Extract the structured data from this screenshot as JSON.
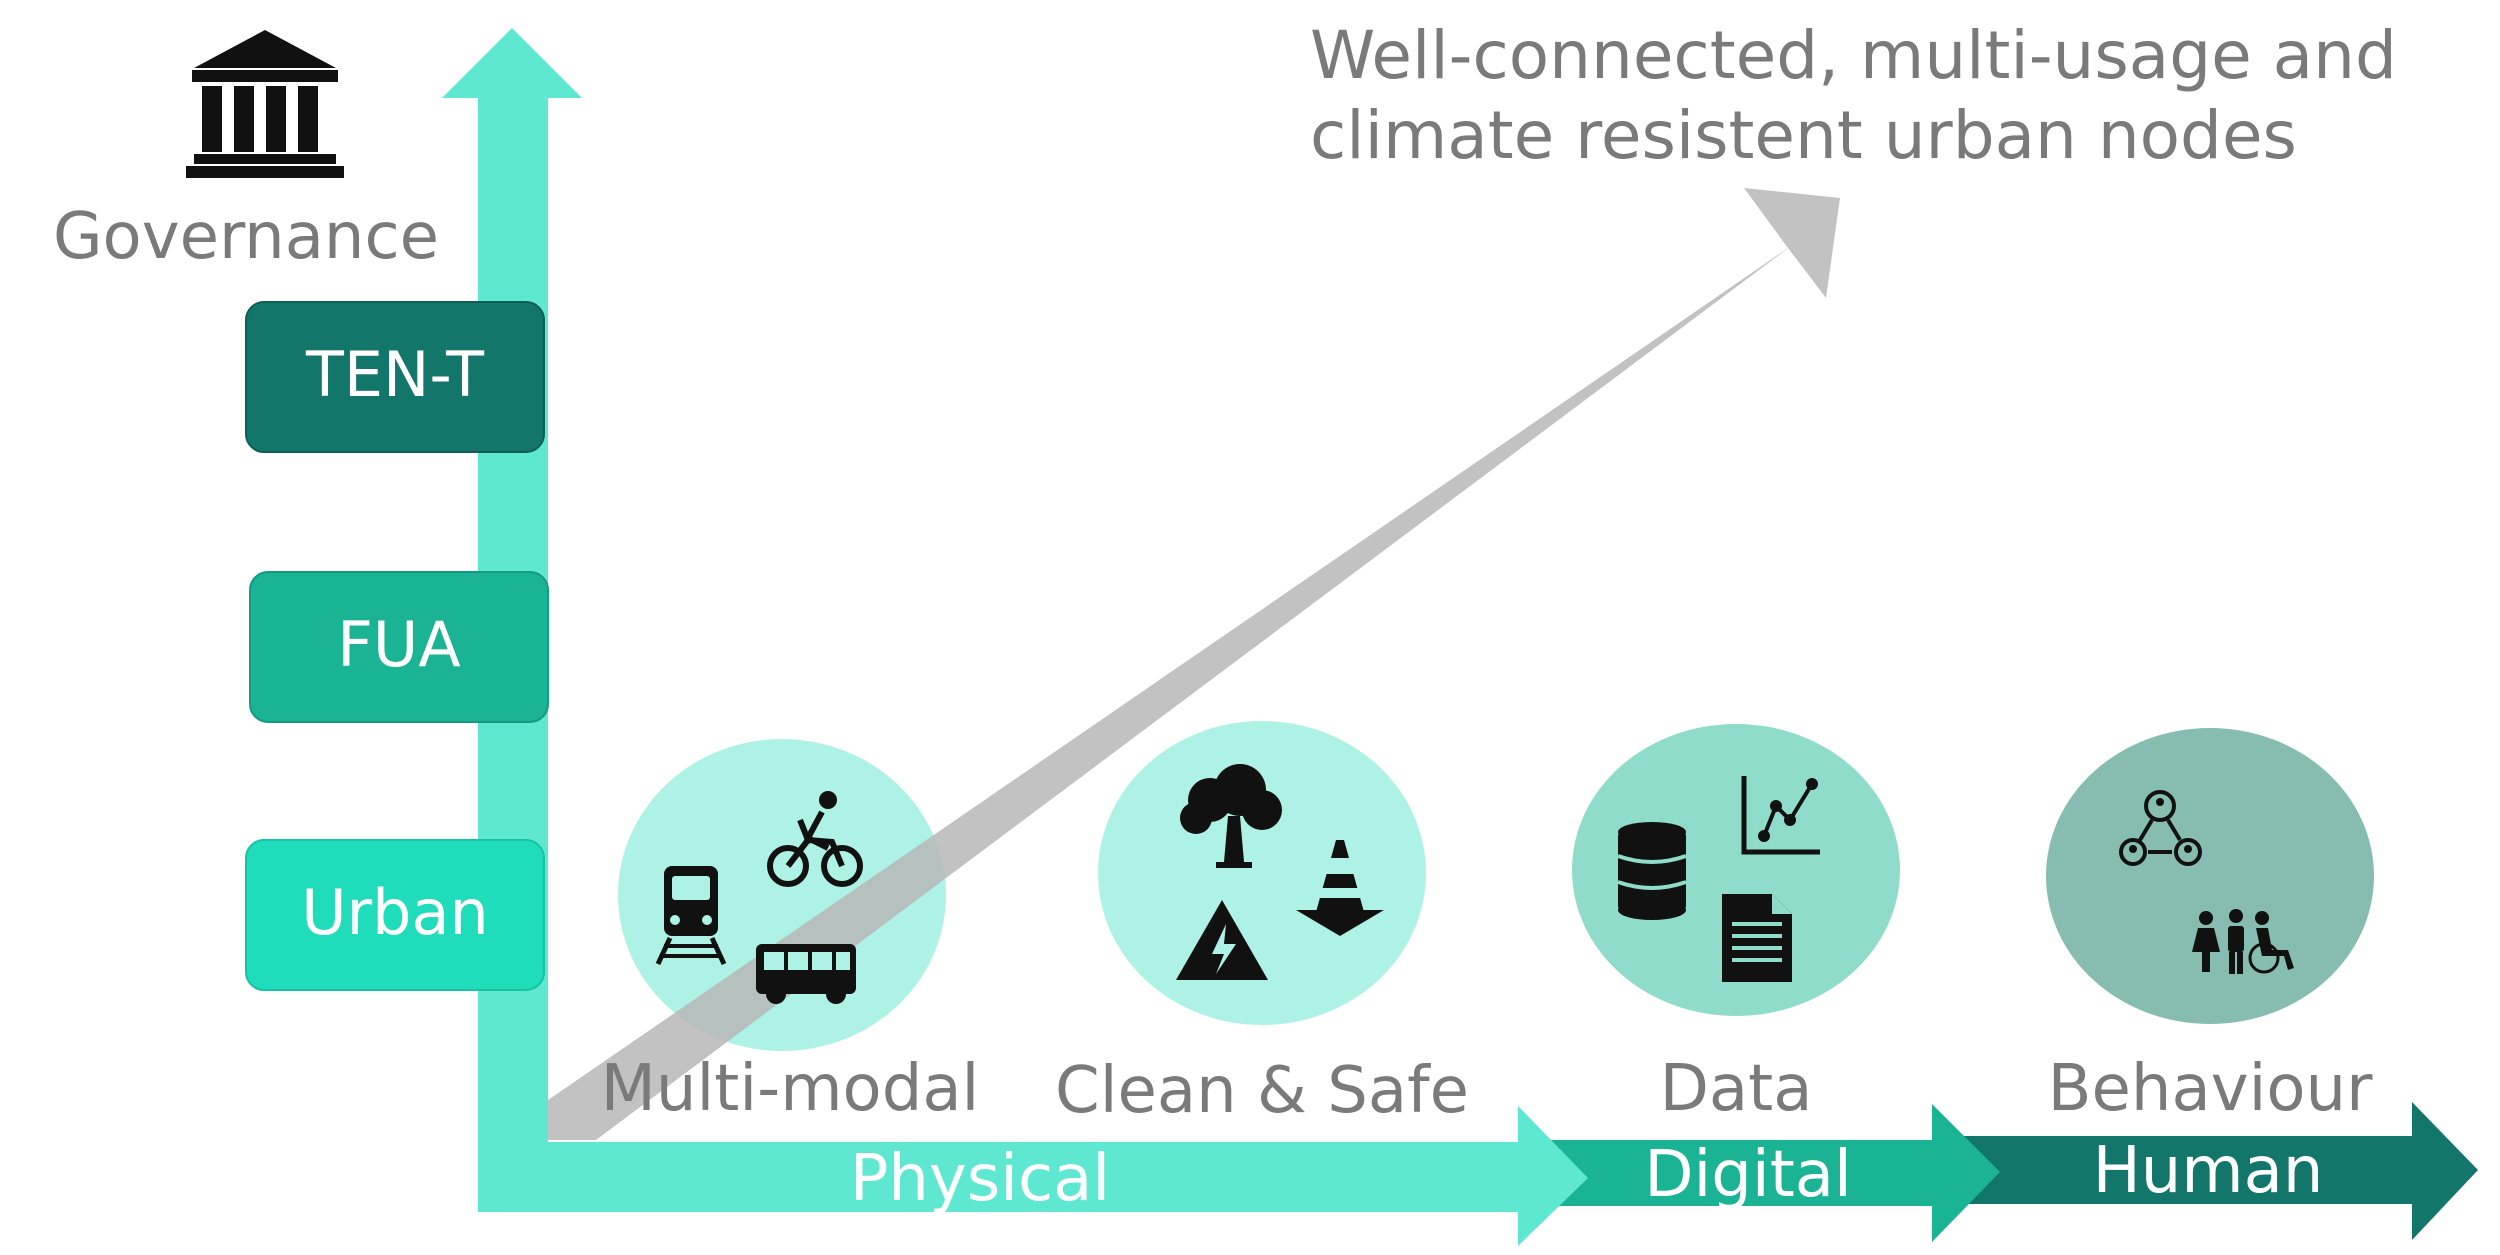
{
  "title_line1": "Well-connected, multi-usage and",
  "title_line2": "climate resistent urban nodes",
  "governance": {
    "label": "Governance",
    "icon": "building-icon",
    "levels": [
      {
        "label": "TEN-T",
        "color": "#13766A"
      },
      {
        "label": "FUA",
        "color": "#1AB394"
      },
      {
        "label": "Urban",
        "color": "#1FDDBA"
      }
    ]
  },
  "dimensions": [
    {
      "label": "Physical",
      "color": "#5EE8D2"
    },
    {
      "label": "Digital",
      "color": "#1AB394"
    },
    {
      "label": "Human",
      "color": "#13766A"
    }
  ],
  "categories": [
    {
      "label": "Multi-modal",
      "circle_color": "#AEF2E6",
      "icons": [
        "train-icon",
        "bicycle-icon",
        "bus-icon"
      ]
    },
    {
      "label": "Clean & Safe",
      "circle_color": "#AEF2E6",
      "icons": [
        "tree-icon",
        "traffic-cone-icon",
        "electric-hazard-icon"
      ]
    },
    {
      "label": "Data",
      "circle_color": "#8FDCCB",
      "icons": [
        "database-icon",
        "line-chart-icon",
        "document-icon"
      ]
    },
    {
      "label": "Behaviour",
      "circle_color": "#86BDB0",
      "icons": [
        "network-people-icon",
        "people-group-icon"
      ]
    }
  ],
  "colors": {
    "axis": "#5EE8D2",
    "diagonal_arrow": "#BDBDBD",
    "text_gray": "#7A7A7A",
    "icon": "#111111"
  }
}
